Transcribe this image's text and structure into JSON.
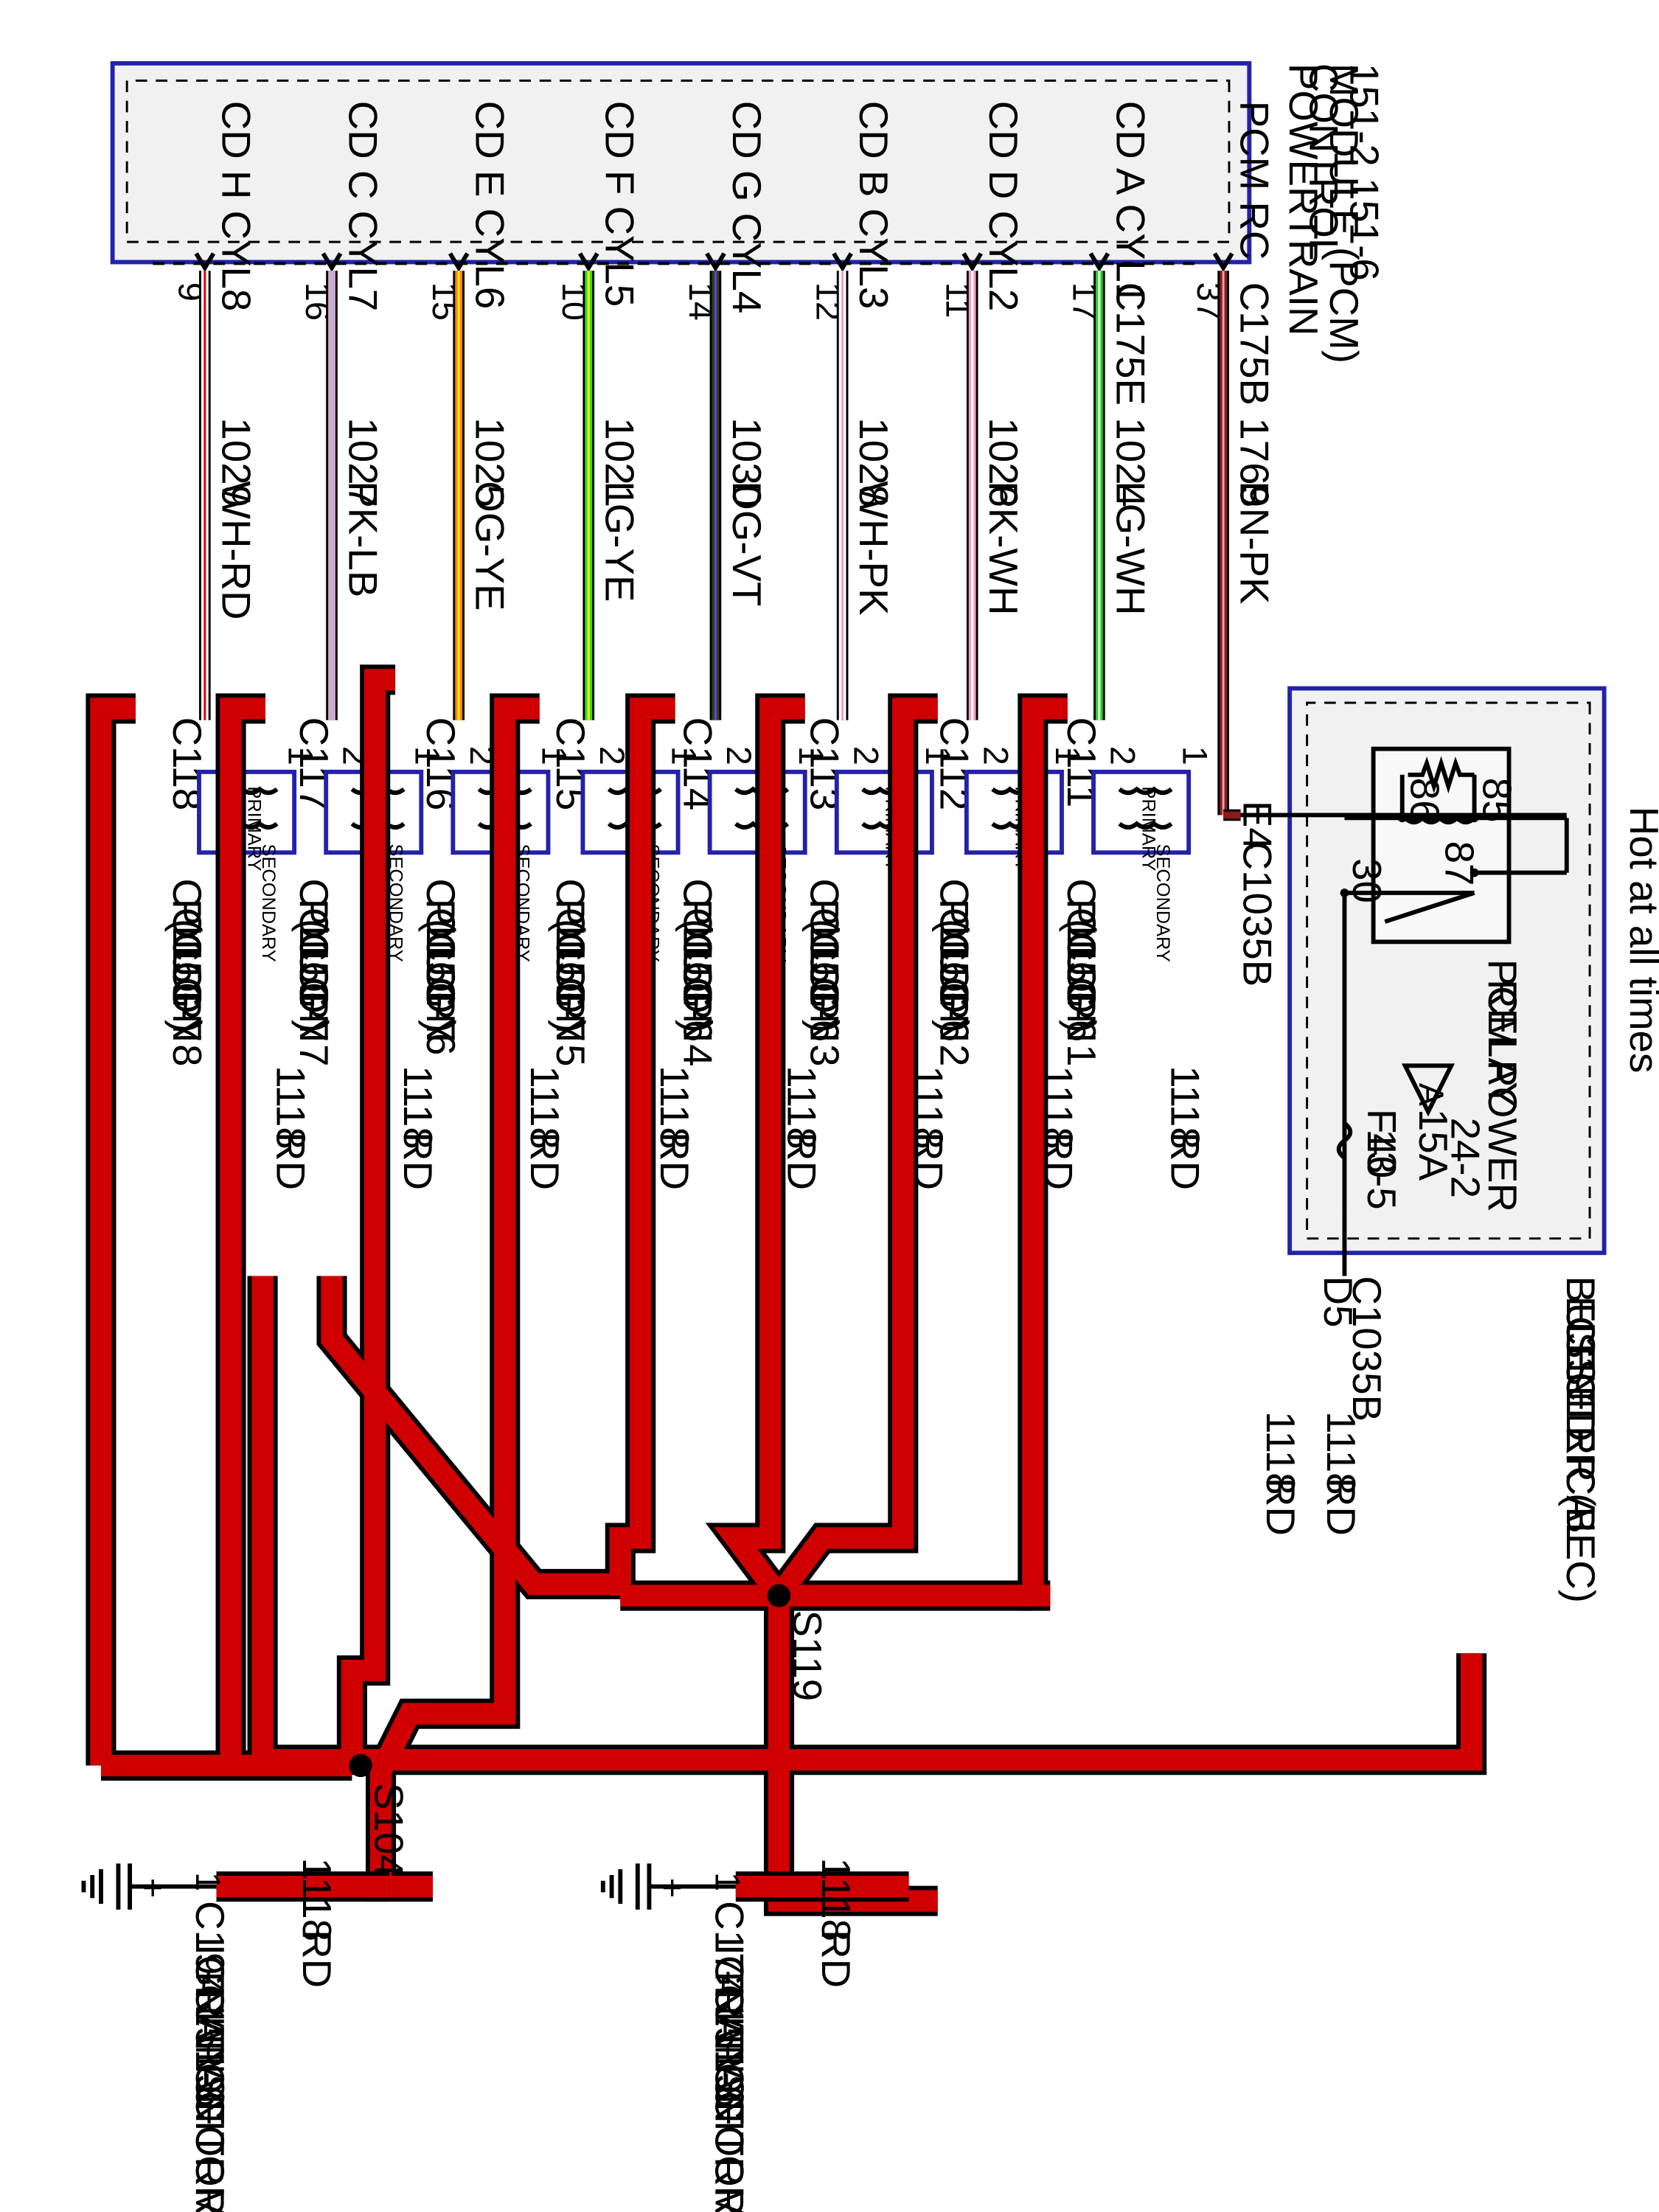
{
  "pcm": {
    "title_lines": [
      "POWERTRAIN",
      "CONTROL",
      "MODULE (PCM)",
      "151-2    151-6"
    ],
    "pins": [
      {
        "label": "PCM RC",
        "pin": "37",
        "connector": "C175B",
        "circuit": "1769",
        "color_code": "BN-PK"
      },
      {
        "label": "CD A CYL1",
        "pin": "17",
        "connector": "C175E",
        "circuit": "1024",
        "color_code": "LG-WH"
      },
      {
        "label": "CD D CYL2",
        "pin": "11",
        "connector": "",
        "circuit": "1026",
        "color_code": "PK-WH"
      },
      {
        "label": "CD B CYL3",
        "pin": "12",
        "connector": "",
        "circuit": "1028",
        "color_code": "WH-PK"
      },
      {
        "label": "CD G CYL4",
        "pin": "14",
        "connector": "",
        "circuit": "1030",
        "color_code": "DG-VT"
      },
      {
        "label": "CD F CYL5",
        "pin": "10",
        "connector": "",
        "circuit": "1021",
        "color_code": "LG-YE"
      },
      {
        "label": "CD E CYL6",
        "pin": "15",
        "connector": "",
        "circuit": "1025",
        "color_code": "OG-YE"
      },
      {
        "label": "CD C CYL7",
        "pin": "16",
        "connector": "",
        "circuit": "1027",
        "color_code": "PK-LB"
      },
      {
        "label": "CD H CYL8",
        "pin": "9",
        "connector": "",
        "circuit": "1029",
        "color_code": "WH-RD"
      }
    ]
  },
  "wire_colors": {
    "BN-PK": [
      "#8b1a1a",
      "#e8a0b0"
    ],
    "LG-WH": [
      "#22cc22",
      "#ffffff"
    ],
    "PK-WH": [
      "#f0a0b8",
      "#ffffff"
    ],
    "WH-PK": [
      "#ffffff",
      "#f0a0b8"
    ],
    "DG-VT": [
      "#1a4d1a",
      "#8a2be2"
    ],
    "LG-YE": [
      "#33dd33",
      "#ffee00"
    ],
    "OG-YE": [
      "#ff8800",
      "#ffee00"
    ],
    "PK-LB": [
      "#f0a0b8",
      "#80c8ff"
    ],
    "WH-RD": [
      "#ffffff",
      "#dd0000"
    ],
    "RD": "#d00000"
  },
  "coils": [
    {
      "connector": "C111",
      "lines": [
        "COIL ON",
        "PLUG",
        "(COP) 1",
        "151-6"
      ]
    },
    {
      "connector": "C112",
      "lines": [
        "COIL ON",
        "PLUG",
        "(COP) 2",
        "151-6"
      ]
    },
    {
      "connector": "C113",
      "lines": [
        "COIL ON",
        "PLUG",
        "(COP) 3",
        "151-6"
      ]
    },
    {
      "connector": "C114",
      "lines": [
        "COIL ON",
        "PLUG",
        "(COP) 4",
        "151-6"
      ]
    },
    {
      "connector": "C115",
      "lines": [
        "COIL ON",
        "PLUG",
        "(COP) 5",
        "151-7"
      ]
    },
    {
      "connector": "C116",
      "lines": [
        "COIL ON",
        "PLUG",
        "(COP)6",
        "151-7"
      ]
    },
    {
      "connector": "C117",
      "lines": [
        "COIL ON",
        "PLUG",
        "(COP) 7",
        "151-7"
      ]
    },
    {
      "connector": "C118",
      "lines": [
        "COIL ON",
        "PLUG",
        "(COP) 8",
        "151-7"
      ]
    }
  ],
  "coil_symbol": {
    "primary": "PRIMARY",
    "secondary": "SECONDARY",
    "pin1": "1",
    "pin2": "2"
  },
  "feed_wire": {
    "circuit": "1118",
    "color_code": "RD"
  },
  "splices": [
    "S119",
    "S104"
  ],
  "bec": {
    "title_lines": [
      "BUSSED",
      "ELECTRICAL",
      "CENTER (BEC)",
      "11-1"
    ],
    "hot": "Hot at all times",
    "relay_lines": [
      "PCM POWER",
      "RELAY"
    ],
    "relay_pins": [
      "85",
      "86",
      "87",
      "30"
    ],
    "fuse": "F40",
    "fuse_rating": "15A",
    "fuse_ref": "13-5",
    "ref": "24-2",
    "ref_letter": "A",
    "conn_in": "E4",
    "conn_in_name": "C1035B",
    "conn_out": "D5",
    "conn_out_name": "C1035B"
  },
  "capacitors": [
    {
      "connector": "C174",
      "pin": "1",
      "plus": "+",
      "lines": [
        "IGNITION",
        "TRANSFORMER",
        "CAPACITOR 1",
        "151-6"
      ]
    },
    {
      "connector": "C194",
      "pin": "1",
      "plus": "+",
      "lines": [
        "IGNITION",
        "TRANSFORMER",
        "CAPACITOR 2",
        "151-6"
      ]
    }
  ]
}
